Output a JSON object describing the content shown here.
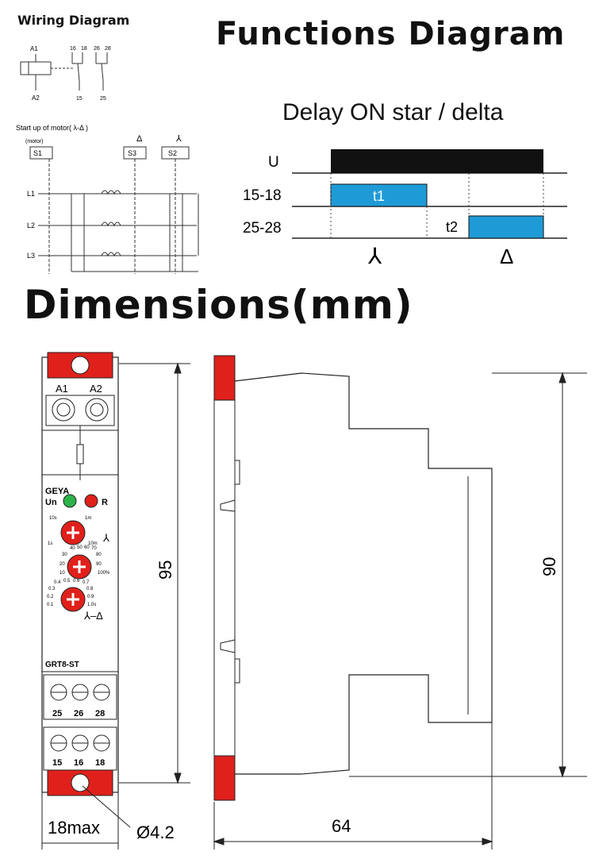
{
  "titles": {
    "wiring": "Wiring Diagram",
    "functions": "Functions Diagram",
    "delay": "Delay ON star / delta",
    "dimensions": "Dimensions(mm)"
  },
  "wiring": {
    "terminals_top": [
      "A1",
      "16",
      "18",
      "26",
      "28"
    ],
    "terminals_bottom": [
      "A2",
      "15",
      "25"
    ],
    "motor_caption": "Start up of motor( λ-Δ )",
    "motor_sub": "(motor)",
    "switches": [
      "S1",
      "S3",
      "S2"
    ],
    "phases": [
      "L1",
      "L2",
      "L3"
    ],
    "switch_symbols": [
      "Δ",
      "⅄"
    ]
  },
  "timing": {
    "rows": [
      "U",
      "15-18",
      "25-28"
    ],
    "t1": "t1",
    "t2": "t2",
    "star_symbol": "⅄",
    "delta_symbol": "Δ",
    "bar_colors": {
      "supply": "#111111",
      "relay": "#1e9bd7"
    }
  },
  "device": {
    "brand": "GEYA",
    "model": "GRT8-ST",
    "top_terminals": [
      "A1",
      "A2"
    ],
    "led_labels": [
      "Un",
      "R"
    ],
    "led_colors": {
      "un": "#2db34a",
      "r": "#e0201b"
    },
    "knob1_labels": [
      "10s",
      "1m",
      "1s",
      "10m"
    ],
    "knob2_labels": [
      "40",
      "50",
      "60",
      "70",
      "30",
      "80",
      "20",
      "90",
      "10",
      "100%"
    ],
    "knob3_labels": [
      "0.4",
      "0.5",
      "0.6",
      "0.7",
      "0.3",
      "0.8",
      "0.2",
      "0.9",
      "0.1",
      "1.0s"
    ],
    "knob_mode_symbols": [
      "⅄",
      "⅄–Δ"
    ],
    "terminal_rows": [
      [
        "25",
        "26",
        "28"
      ],
      [
        "15",
        "16",
        "18"
      ]
    ],
    "accent_color": "#e0201b"
  },
  "dimensions": {
    "height": "95",
    "width": "18max",
    "hole": "Ø4.2",
    "depth": "64",
    "rail_height": "90"
  }
}
